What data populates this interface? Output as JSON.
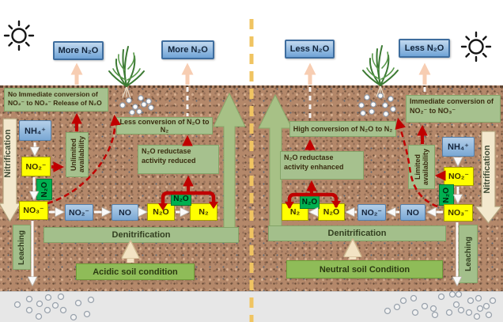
{
  "diagram": {
    "emissions": {
      "more_left_1": "More N₂O",
      "more_left_2": "More N₂O",
      "less_right_1": "Less N₂O",
      "less_right_2": "Less N₂O"
    },
    "left": {
      "top_note": "No Immediate conversion of NO₂⁻ to NO₃⁻ Release of N₂O",
      "availability_line1": "Unlimited",
      "availability_line2": "availability",
      "conversion_note": "Less conversion of N₂O to N₂",
      "reductase_note": "N₂O reductase activity reduced",
      "nitrification": "Nitrification",
      "leaching": "Leaching",
      "denitrification": "Denitrification",
      "soil_condition": "Acidic soil condition",
      "nh4": "NH₄⁺",
      "no2": "NO₂⁻",
      "n2o_byproduct": "N₂O",
      "no3": "NO₃⁻",
      "chain_no2": "NO₂⁻",
      "chain_no": "NO",
      "chain_n2o": "N₂O",
      "chain_n2": "N₂",
      "bracket_n2o": "N₂O"
    },
    "right": {
      "top_note": "Immediate conversion of NO₂⁻ to NO₃⁻",
      "availability_line1": "Limited",
      "availability_line2": "availability",
      "conversion_note": "High conversion of N₂O to N₂",
      "reductase_note": "N₂O reductase activity enhanced",
      "nitrification": "Nitrification",
      "leaching": "Leaching",
      "denitrification": "Denitrification",
      "soil_condition": "Neutral soil Condition",
      "nh4": "NH₄⁺",
      "no2": "NO₂⁻",
      "n2o_byproduct": "N₂O",
      "no3": "NO₃⁻",
      "chain_n2": "N₂",
      "chain_n2o": "N₂O",
      "chain_no2": "NO₂⁻",
      "chain_no": "NO",
      "bracket_n2o": "N₂O"
    },
    "colors": {
      "soil": "#b4886a",
      "water_table_gray": "#e7e7e7",
      "center_divider": "#f0c461",
      "emission_box_blue": "#6fa3d6",
      "note_green": "#a6c18e",
      "condition_green": "#8fbc58",
      "species_yellow": "#ffff00",
      "species_blue": "#7aa8d4",
      "byproduct_green": "#00b050",
      "arrow_red": "#c00000",
      "arrow_pink": "#f7cdb2",
      "arrow_cream": "#f3e8cd",
      "big_arrow_green": "#a7c186"
    }
  }
}
